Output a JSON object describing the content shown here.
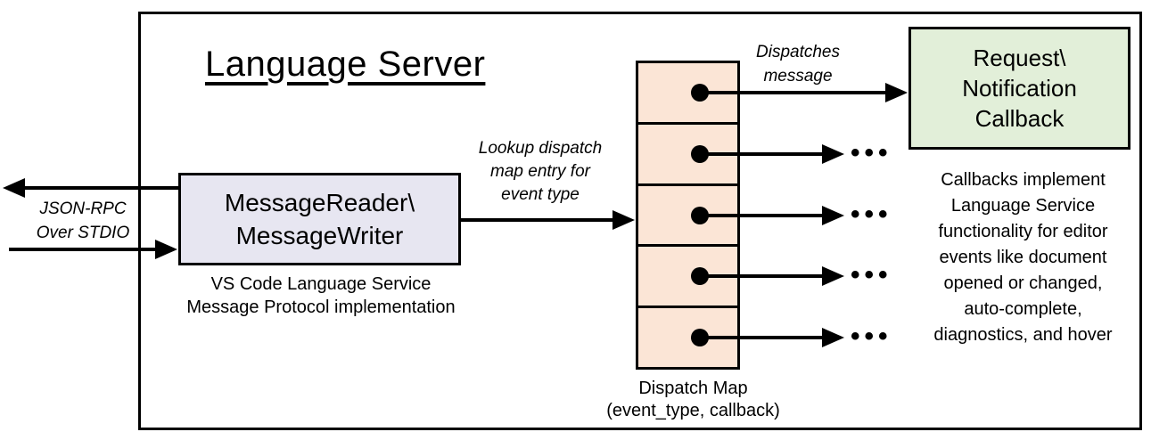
{
  "diagram": {
    "title": "Language Server",
    "io_label": {
      "line1": "JSON-RPC",
      "line2": "Over STDIO"
    },
    "reader_box": {
      "line1": "MessageReader\\",
      "line2": "MessageWriter"
    },
    "reader_caption": {
      "line1": "VS Code Language Service",
      "line2": "Message Protocol implementation"
    },
    "lookup_label": {
      "line1": "Lookup dispatch",
      "line2": "map entry for",
      "line3": "event type"
    },
    "dispatch_map": {
      "rows": 5,
      "caption_line1": "Dispatch Map",
      "caption_line2": "(event_type, callback)"
    },
    "dispatches_label": {
      "line1": "Dispatches",
      "line2": "message"
    },
    "callback_box": {
      "line1": "Request\\",
      "line2": "Notification",
      "line3": "Callback"
    },
    "callbacks_note": {
      "lines": [
        "Callbacks implement",
        "Language Service",
        "functionality for editor",
        "events like document",
        "opened or changed,",
        "auto-complete,",
        "diagnostics, and hover"
      ]
    },
    "ellipsis": "•••",
    "colors": {
      "reader_fill": "#E7E6F1",
      "dispatch_map_fill": "#FBE5D6",
      "callback_fill": "#E2EFD9",
      "stroke": "#000000"
    }
  }
}
